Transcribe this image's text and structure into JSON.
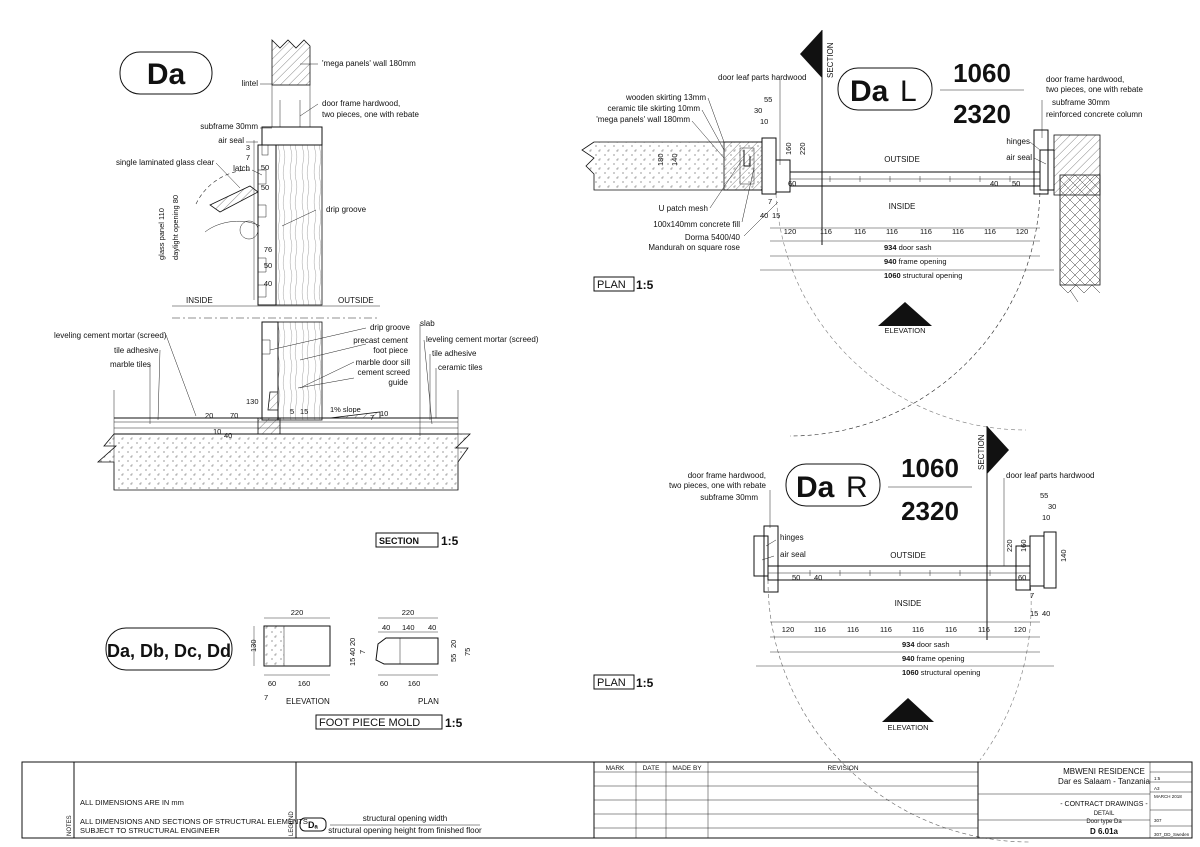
{
  "section": {
    "tag": "Da",
    "labels": {
      "lintel": "lintel",
      "mega_wall": "'mega panels' wall 180mm",
      "door_frame_1": "door frame hardwood,",
      "door_frame_2": "two pieces, one with rebate",
      "subframe": "subframe 30mm",
      "air_seal": "air seal",
      "glass": "single laminated glass clear",
      "latch": "latch",
      "drip_groove": "drip groove",
      "glass_panel": "glass panel 110",
      "daylight": "daylight opening 80",
      "inside": "INSIDE",
      "outside": "OUTSIDE",
      "leveling_left": "leveling cement mortar (screed)",
      "tile_adhesive_left": "tile adhesive",
      "marble_tiles": "marble tiles",
      "drip_groove_2": "drip groove",
      "precast_1": "precast cement",
      "precast_2": "foot piece",
      "marble_sill": "marble door sill",
      "cement_guide_1": "cement screed",
      "cement_guide_2": "guide",
      "slab": "slab",
      "leveling_right": "leveling cement mortar (screed)",
      "tile_adhesive_right": "tile adhesive",
      "ceramic_tiles": "ceramic tiles",
      "slope": "1% slope"
    },
    "dims": {
      "d3": "3",
      "d7": "7",
      "d50a": "50",
      "d50b": "50",
      "d76": "76",
      "d50c": "50",
      "d40": "40",
      "d20": "20",
      "d70": "70",
      "d130": "130",
      "d10": "10",
      "d40b": "40",
      "d5": "5",
      "d15": "15",
      "d7b": "7",
      "d10b": "10"
    },
    "title": "SECTION",
    "scale": "1:5"
  },
  "plan_left": {
    "tag_main": "Da",
    "tag_suffix": "L",
    "width": "1060",
    "height": "2320",
    "section_marker": "SECTION",
    "labels": {
      "wooden_skirting": "wooden skirting 13mm",
      "ceramic_skirting": "ceramic tile skirting 10mm",
      "mega_wall": "'mega panels' wall 180mm",
      "leaf_parts": "door leaf parts hardwood",
      "frame_1": "door frame hardwood,",
      "frame_2": "two pieces, one with rebate",
      "subframe": "subframe 30mm",
      "reinforced": "reinforced concrete column",
      "hinges": "hinges",
      "air_seal": "air seal",
      "outside": "OUTSIDE",
      "inside": "INSIDE",
      "u_patch": "U patch mesh",
      "concrete_fill": "100x140mm concrete fill",
      "dorma_1": "Dorma 5400/40",
      "dorma_2": "Mandurah on square rose",
      "elevation": "ELEVATION"
    },
    "dims": {
      "d55": "55",
      "d30": "30",
      "d10": "10",
      "d180": "180",
      "d140": "140",
      "d160": "160",
      "d220": "220",
      "d60": "60",
      "d40": "40",
      "d50": "50",
      "d7": "7",
      "d40b": "40",
      "d15": "15",
      "segments": [
        "120",
        "116",
        "116",
        "116",
        "116",
        "116",
        "116",
        "120"
      ],
      "sash": "934",
      "sash_label": "door sash",
      "frame": "940",
      "frame_label": "frame opening",
      "structural": "1060",
      "structural_label": "structural opening"
    },
    "title": "PLAN",
    "scale": "1:5"
  },
  "plan_right": {
    "tag_main": "Da",
    "tag_suffix": "R",
    "width": "1060",
    "height": "2320",
    "section_marker": "SECTION",
    "labels": {
      "frame_1": "door frame hardwood,",
      "frame_2": "two pieces, one with rebate",
      "subframe": "subframe 30mm",
      "leaf_parts": "door leaf parts hardwood",
      "hinges": "hinges",
      "air_seal": "air seal",
      "outside": "OUTSIDE",
      "inside": "INSIDE",
      "elevation": "ELEVATION"
    },
    "dims": {
      "d55": "55",
      "d30": "30",
      "d10": "10",
      "d220": "220",
      "d160": "160",
      "d140": "140",
      "d50": "50",
      "d40": "40",
      "d60": "60",
      "d7": "7",
      "d15": "15",
      "d40b": "40",
      "segments": [
        "120",
        "116",
        "116",
        "116",
        "116",
        "116",
        "116",
        "120"
      ],
      "sash": "934",
      "sash_label": "door sash",
      "frame": "940",
      "frame_label": "frame opening",
      "structural": "1060",
      "structural_label": "structural opening"
    },
    "title": "PLAN",
    "scale": "1:5"
  },
  "foot_piece": {
    "tag": "Da, Db, Dc, Dd",
    "elev_label": "ELEVATION",
    "plan_label": "PLAN",
    "title": "FOOT PIECE MOLD",
    "scale": "1:5",
    "dims": {
      "e220": "220",
      "e130": "130",
      "e60": "60",
      "e160": "160",
      "e7": "7",
      "p220": "220",
      "p40a": "40",
      "p140": "140",
      "p40b": "40",
      "p15": "15",
      "p40c": "40",
      "p20": "20",
      "p7": "7",
      "p55": "55",
      "p20b": "20",
      "p75": "75",
      "p60": "60",
      "p160": "160"
    }
  },
  "title_block": {
    "notes_label": "NOTES",
    "note_1": "ALL DIMENSIONS ARE IN mm",
    "note_2": "ALL DIMENSIONS AND SECTIONS OF STRUCTURAL ELEMENTS",
    "note_3": "SUBJECT TO STRUCTURAL ENGINEER",
    "legend_label": "LEGEND",
    "legend_symbol": "Dₐ",
    "legend_1": "structural opening width",
    "legend_2": "structural opening height from finished floor",
    "rev_headers": [
      "MARK",
      "DATE",
      "MADE BY",
      "REVISION"
    ],
    "project_1": "MBWENI RESIDENCE",
    "project_2": "Dar es Salaam - Tanzania",
    "stage": "- CONTRACT DRAWINGS -",
    "detail_1": "DETAIL",
    "detail_2": "Door type Da",
    "sheet_no": "D 6.01a",
    "meta_scale": "1:5",
    "meta_size": "A3",
    "meta_date": "MARCH 2018",
    "meta_number": "307",
    "meta_file": "307_DD_Sweden"
  }
}
